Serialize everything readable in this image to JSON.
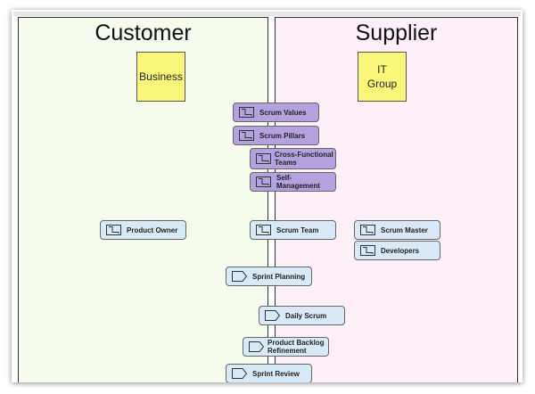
{
  "panels": {
    "customer": "Customer",
    "supplier": "Supplier"
  },
  "stickies": {
    "business": "Business",
    "it_group_1": "IT",
    "it_group_2": "Group"
  },
  "artifacts": [
    {
      "label": "Scrum Values",
      "icon": "artifact-icon"
    },
    {
      "label": "Scrum Pillars",
      "icon": "artifact-icon"
    },
    {
      "label": "Cross-Functional Teams",
      "icon": "artifact-icon"
    },
    {
      "label": "Self-Management",
      "icon": "artifact-icon"
    }
  ],
  "roles": [
    {
      "label": "Product Owner",
      "icon": "artifact-icon"
    },
    {
      "label": "Scrum Team",
      "icon": "artifact-icon"
    },
    {
      "label": "Scrum Master",
      "icon": "artifact-icon"
    },
    {
      "label": "Developers",
      "icon": "artifact-icon"
    }
  ],
  "events": [
    {
      "label": "Sprint Planning",
      "icon": "event-tag-icon"
    },
    {
      "label": "Daily Scrum",
      "icon": "event-tag-icon"
    },
    {
      "label": "Product Backlog Refinement",
      "icon": "event-tag-icon"
    },
    {
      "label": "Sprint Review",
      "icon": "event-tag-icon"
    }
  ],
  "colors": {
    "customer_bg": "#f6fdee",
    "supplier_bg": "#fdf0f8",
    "sticky": "#faf77a",
    "purple_node": "#b4a2df",
    "blue_node": "#d8e9f7"
  }
}
